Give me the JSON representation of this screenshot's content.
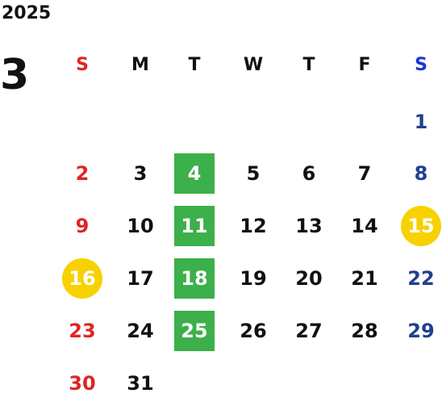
{
  "calendar": {
    "year": "2025",
    "month": "3",
    "weekday_headers": [
      "S",
      "M",
      "T",
      "W",
      "T",
      "F",
      "S"
    ],
    "weeks": [
      [
        "",
        "",
        "",
        "",
        "",
        "",
        "1"
      ],
      [
        "2",
        "3",
        "4",
        "5",
        "6",
        "7",
        "8"
      ],
      [
        "9",
        "10",
        "11",
        "12",
        "13",
        "14",
        "15"
      ],
      [
        "16",
        "17",
        "18",
        "19",
        "20",
        "21",
        "22"
      ],
      [
        "23",
        "24",
        "25",
        "26",
        "27",
        "28",
        "29"
      ],
      [
        "30",
        "31",
        "",
        "",
        "",
        "",
        ""
      ]
    ],
    "highlighted_green_days": [
      "4",
      "11",
      "18",
      "25"
    ],
    "highlighted_yellow_days": [
      "15",
      "16"
    ],
    "colors": {
      "sunday": "#e02424",
      "saturday": "#1f3f8f",
      "saturday_header": "#1a35d6",
      "weekday": "#111111",
      "green_highlight": "#3cb04a",
      "yellow_highlight": "#f8d100"
    }
  }
}
